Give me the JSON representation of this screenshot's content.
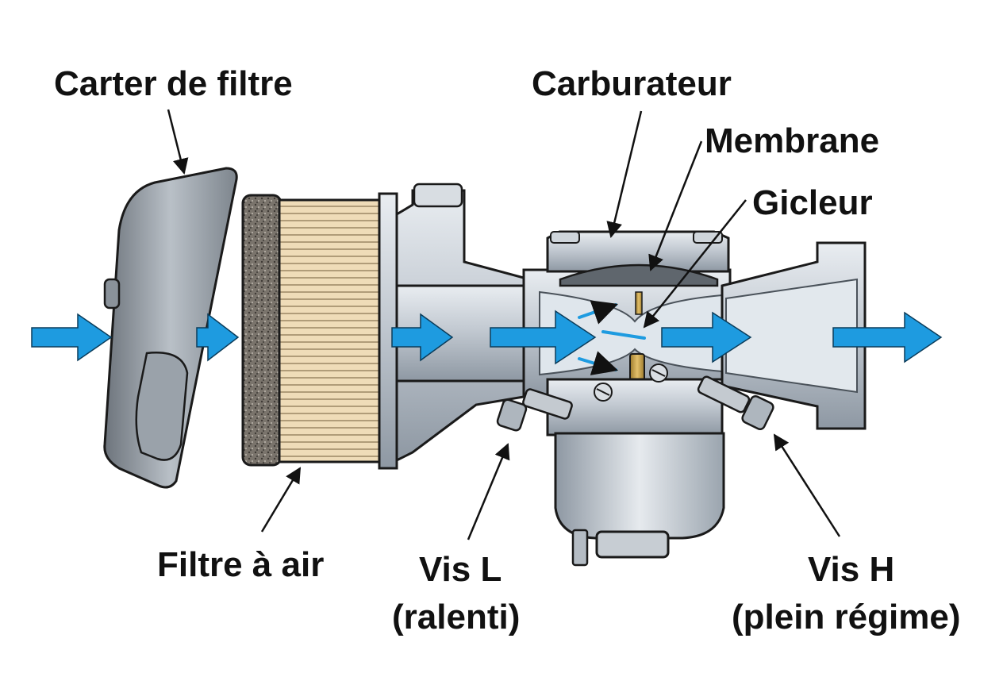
{
  "labels": {
    "air_filter_cover": "Carter de filtre",
    "carburetor": "Carburateur",
    "diaphragm": "Membrane",
    "jet": "Gicleur",
    "air_filter": "Filtre à air",
    "screw_l_title": "Vis L",
    "screw_l_sub": "(ralenti)",
    "screw_h_title": "Vis H",
    "screw_h_sub": "(plein régime)"
  },
  "colors": {
    "airflow": "#1e9be0",
    "metal": "#c9cfd6",
    "filter_pleats": "#ead7b2",
    "foam": "#6f6a63",
    "brass": "#c9a24a",
    "outline": "#1a1a1a"
  }
}
